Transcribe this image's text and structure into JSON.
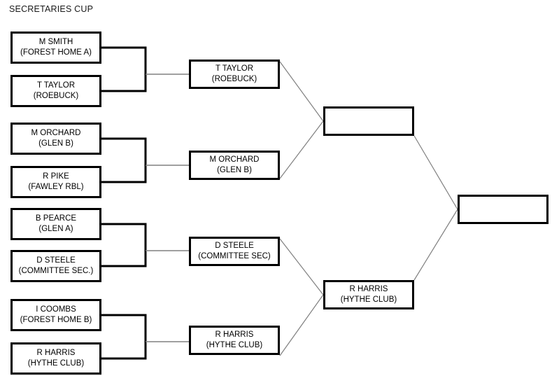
{
  "title": "SECRETARIES CUP",
  "colors": {
    "background": "#ffffff",
    "box_border": "#000000",
    "text": "#000000",
    "bracket_line": "#000000",
    "diagonal_line": "#808080"
  },
  "bracket": {
    "rounds": [
      {
        "name": "round-1",
        "matches": [
          {
            "slots": [
              {
                "player": "M SMITH",
                "club": "(FOREST HOME A)"
              },
              {
                "player": "T TAYLOR",
                "club": "(ROEBUCK)"
              }
            ]
          },
          {
            "slots": [
              {
                "player": "M ORCHARD",
                "club": "(GLEN B)"
              },
              {
                "player": "R PIKE",
                "club": "(FAWLEY RBL)"
              }
            ]
          },
          {
            "slots": [
              {
                "player": "B PEARCE",
                "club": "(GLEN A)"
              },
              {
                "player": "D STEELE",
                "club": "(COMMITTEE SEC.)"
              }
            ]
          },
          {
            "slots": [
              {
                "player": "I COOMBS",
                "club": "(FOREST HOME B)"
              },
              {
                "player": "R HARRIS",
                "club": "(HYTHE CLUB)"
              }
            ]
          }
        ]
      },
      {
        "name": "round-2",
        "matches": [
          {
            "slots": [
              {
                "player": "T TAYLOR",
                "club": "(ROEBUCK)"
              }
            ]
          },
          {
            "slots": [
              {
                "player": "M ORCHARD",
                "club": "(GLEN B)"
              }
            ]
          },
          {
            "slots": [
              {
                "player": "D STEELE",
                "club": "(COMMITTEE SEC)"
              }
            ]
          },
          {
            "slots": [
              {
                "player": "R HARRIS",
                "club": "(HYTHE CLUB)"
              }
            ]
          }
        ]
      },
      {
        "name": "semi-final",
        "matches": [
          {
            "slots": [
              {
                "player": "",
                "club": ""
              }
            ]
          },
          {
            "slots": [
              {
                "player": "R HARRIS",
                "club": "(HYTHE CLUB)"
              }
            ]
          }
        ]
      },
      {
        "name": "final",
        "matches": [
          {
            "slots": [
              {
                "player": "",
                "club": ""
              }
            ]
          }
        ]
      }
    ]
  }
}
